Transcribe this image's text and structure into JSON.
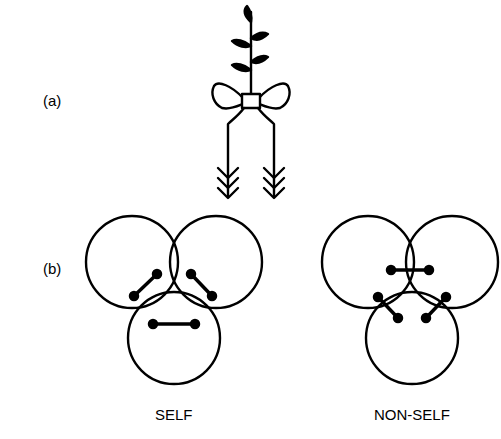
{
  "diagram": {
    "labels": [
      "(a)",
      "(b)",
      "SELF",
      "NON-SELF"
    ]
  }
}
